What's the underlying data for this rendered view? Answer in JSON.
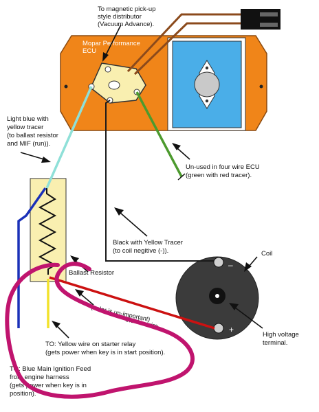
{
  "colors": {
    "ecu_body": "#f08519",
    "ecu_outline": "#8a4a10",
    "heatsink_blue": "#4aaee8",
    "ballast_fill": "#f9efb0",
    "coil_body": "#3b3b3b",
    "wire_light_blue": "#8fe0d8",
    "wire_green": "#4c9a2e",
    "wire_black": "#1a1a1a",
    "wire_red": "#cc1111",
    "wire_yellow": "#f2e22c",
    "wire_blue": "#1a30b8",
    "wire_brown": "#8b4a1c",
    "annotation_magenta": "#c0146e"
  },
  "labels": {
    "distributor": [
      "To magnetic pick-up",
      "style distributor",
      "(Vacuum Advance)."
    ],
    "ecu": [
      "Mopar Performance",
      "ECU"
    ],
    "light_blue": [
      "Light blue with",
      "yellow tracer",
      "(to ballast resistor",
      "and MIF (run))."
    ],
    "unused": [
      "Un-used in four wire ECU",
      "(green with red tracer)."
    ],
    "black_yellow": [
      "Black with Yellow Tracer",
      "(to coil negitive (-))."
    ],
    "coil": "Coil",
    "coil_minus": "–",
    "coil_plus": "+",
    "ballast": "Ballast Resistor",
    "ballast_occluded_char": "R",
    "red_wire_1": "the this wire",
    "red_wire_2": "(color is un-important)",
    "yellow_relay": [
      "TO: Yellow wire on starter relay",
      "(gets power when key is in start position)."
    ],
    "high_voltage": [
      "High voltage",
      "terminal."
    ],
    "main_ignition": [
      "TO: Blue Main Ignition Feed",
      "from engine harness",
      "(gets power when key is in",
      "position)."
    ]
  }
}
